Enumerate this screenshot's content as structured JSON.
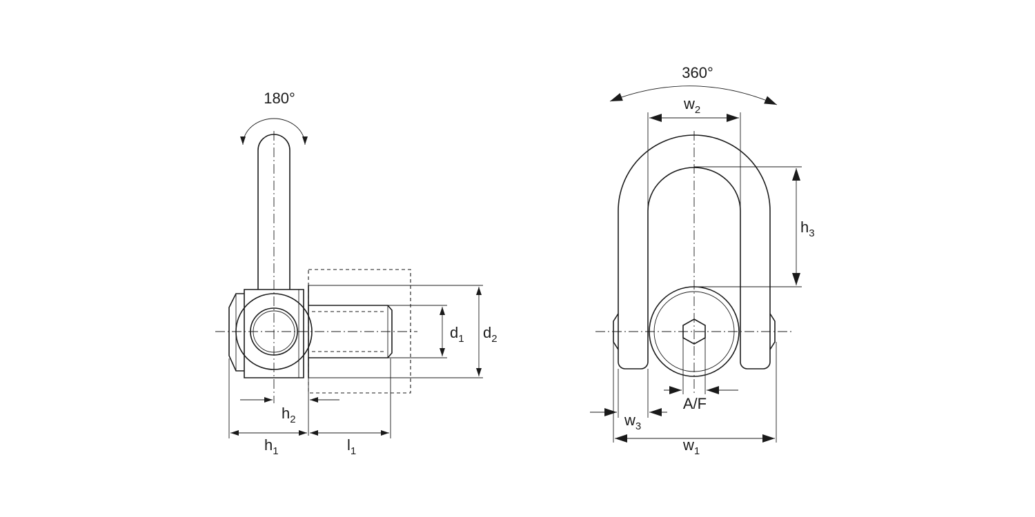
{
  "labels": {
    "rot_side": "180°",
    "rot_front": "360°",
    "h1": "h",
    "h1_sub": "1",
    "h2": "h",
    "h2_sub": "2",
    "h3": "h",
    "h3_sub": "3",
    "l1": "l",
    "l1_sub": "1",
    "d1": "d",
    "d1_sub": "1",
    "d2": "d",
    "d2_sub": "2",
    "w1": "w",
    "w1_sub": "1",
    "w2": "w",
    "w2_sub": "2",
    "w3": "w",
    "w3_sub": "3",
    "af": "A/F"
  },
  "colors": {
    "line": "#1a1a1a",
    "background": "#ffffff"
  }
}
